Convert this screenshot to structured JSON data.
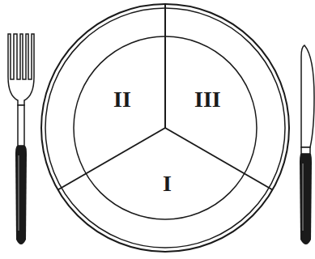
{
  "diagram": {
    "nodes": [
      {
        "text": [
          "II"
        ]
      },
      {
        "text": [
          "III"
        ]
      },
      {
        "text": [
          "I"
        ]
      }
    ]
  }
}
